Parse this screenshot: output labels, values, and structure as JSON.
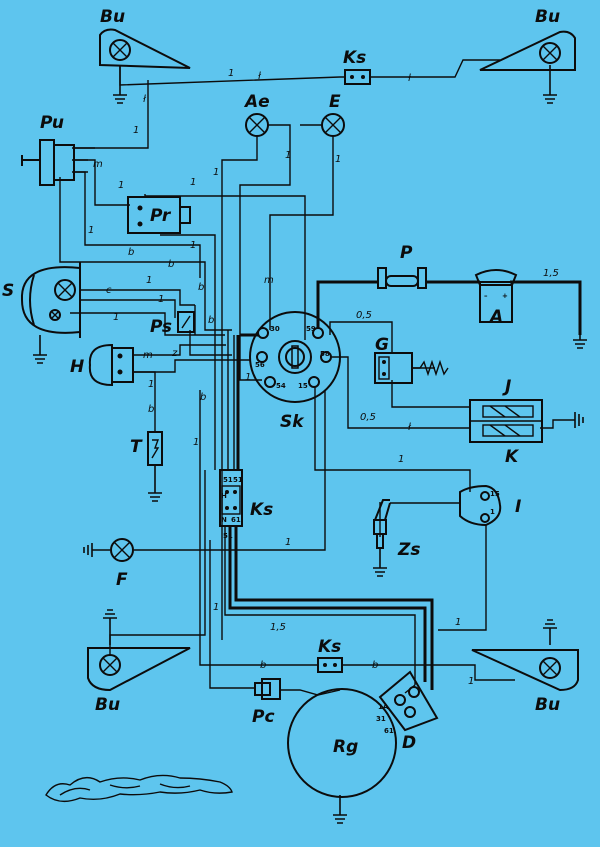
{
  "labels": {
    "bu_tl": "Bu",
    "bu_tr": "Bu",
    "bu_bl": "Bu",
    "bu_br": "Bu",
    "ks_top": "Ks",
    "ks_mid": "Ks",
    "ks_bot": "Ks",
    "pu": "Pu",
    "ae": "Ae",
    "e": "E",
    "pr": "Pr",
    "p": "P",
    "s": "S",
    "ps": "Ps",
    "a": "A",
    "h": "H",
    "sk": "Sk",
    "g": "G",
    "j": "J",
    "k": "K",
    "t": "T",
    "i": "I",
    "zs": "Zs",
    "f": "F",
    "pc": "Pc",
    "rg": "Rg",
    "d": "D"
  },
  "wire_marks": {
    "w1": "1",
    "w2": "ł",
    "w3": "ł",
    "w4": "1",
    "w5": "ł",
    "w6": "1",
    "w7": "m",
    "w8": "1",
    "w9": "1",
    "w10": "1",
    "w11": "1",
    "w12": "1",
    "w13": "b",
    "w14": "1",
    "w15": "b",
    "w16": "c",
    "w17": "1",
    "w18": "1",
    "w19": "b",
    "w20": "m",
    "w21": "1",
    "w22": "b",
    "w23": "m",
    "w24": "z",
    "w25": "1",
    "w26": "b",
    "w27": "1",
    "w28": "0,5",
    "w29": "1,5",
    "w30": "0,5",
    "w31": "ł",
    "w32": "1",
    "w33": "1",
    "w34": "1",
    "w35": "1,5",
    "w36": "1",
    "w37": "b",
    "w38": "b",
    "w39": "1",
    "w40": "b",
    "w41": "1"
  },
  "terminals": {
    "sk_30": "30",
    "sk_59": "59",
    "sk_56": "56",
    "sk_58": "58",
    "sk_54": "54",
    "sk_15": "15",
    "ks_51a": "51",
    "ks_51b": "51",
    "ks_h": "H",
    "ks_n": "N",
    "ks_61": "61",
    "ks_51c": "51",
    "i_15": "15",
    "i_1": "1",
    "d_1a": "1A",
    "d_31": "31",
    "d_61": "61",
    "a_minus": "–",
    "a_plus": "+"
  }
}
